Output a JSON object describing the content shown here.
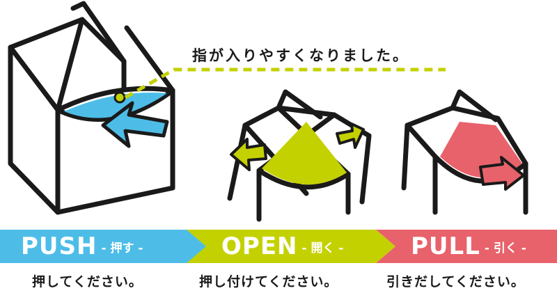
{
  "callout": {
    "text": "指が入りやすくなりました。"
  },
  "steps": [
    {
      "title": "PUSH",
      "subtitle": "- 押す -",
      "instruction": "押してください。",
      "color": "#4dbde8"
    },
    {
      "title": "OPEN",
      "subtitle": "- 開く -",
      "instruction": "押し付けてください。",
      "color": "#c4d100"
    },
    {
      "title": "PULL",
      "subtitle": "- 引く -",
      "instruction": "引きだしてください。",
      "color": "#e8626b"
    }
  ],
  "colors": {
    "line": "#1a1a1a",
    "push": "#4dbde8",
    "open": "#c4d100",
    "pull": "#e8626b",
    "background": "#ffffff"
  }
}
